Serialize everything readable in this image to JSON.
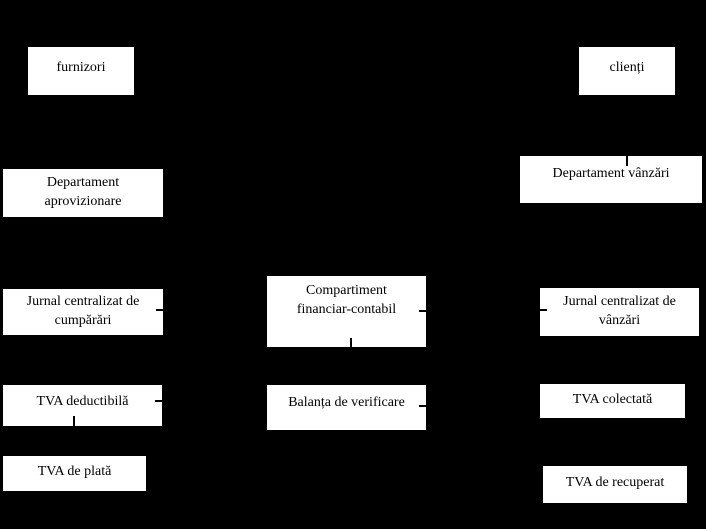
{
  "colors": {
    "background": "#000000",
    "box_fill": "#ffffff",
    "box_text": "#000000",
    "connector": "#000000"
  },
  "diagram": {
    "nodes": {
      "furnizori": {
        "lines": [
          "furnizori"
        ]
      },
      "clienti": {
        "lines": [
          "clienți"
        ]
      },
      "departament_aprovizionare": {
        "lines": [
          "Departament",
          "aprovizionare"
        ]
      },
      "departament_vanzari": {
        "lines": [
          "Departament vânzări"
        ]
      },
      "jurnal_cumparari": {
        "lines": [
          "Jurnal centralizat de",
          "cumpărări"
        ]
      },
      "compartiment_financiar": {
        "lines": [
          "Compartiment",
          "financiar-contabil"
        ]
      },
      "jurnal_vanzari": {
        "lines": [
          "Jurnal centralizat de",
          "vânzări"
        ]
      },
      "tva_deductibila": {
        "lines": [
          "TVA deductibilă"
        ]
      },
      "balanta_verificare": {
        "lines": [
          "Balanța de verificare"
        ]
      },
      "tva_colectata": {
        "lines": [
          "TVA colectată"
        ]
      },
      "tva_plata": {
        "lines": [
          "TVA de plată"
        ]
      },
      "tva_recuperat": {
        "lines": [
          "TVA de recuperat"
        ]
      }
    }
  }
}
